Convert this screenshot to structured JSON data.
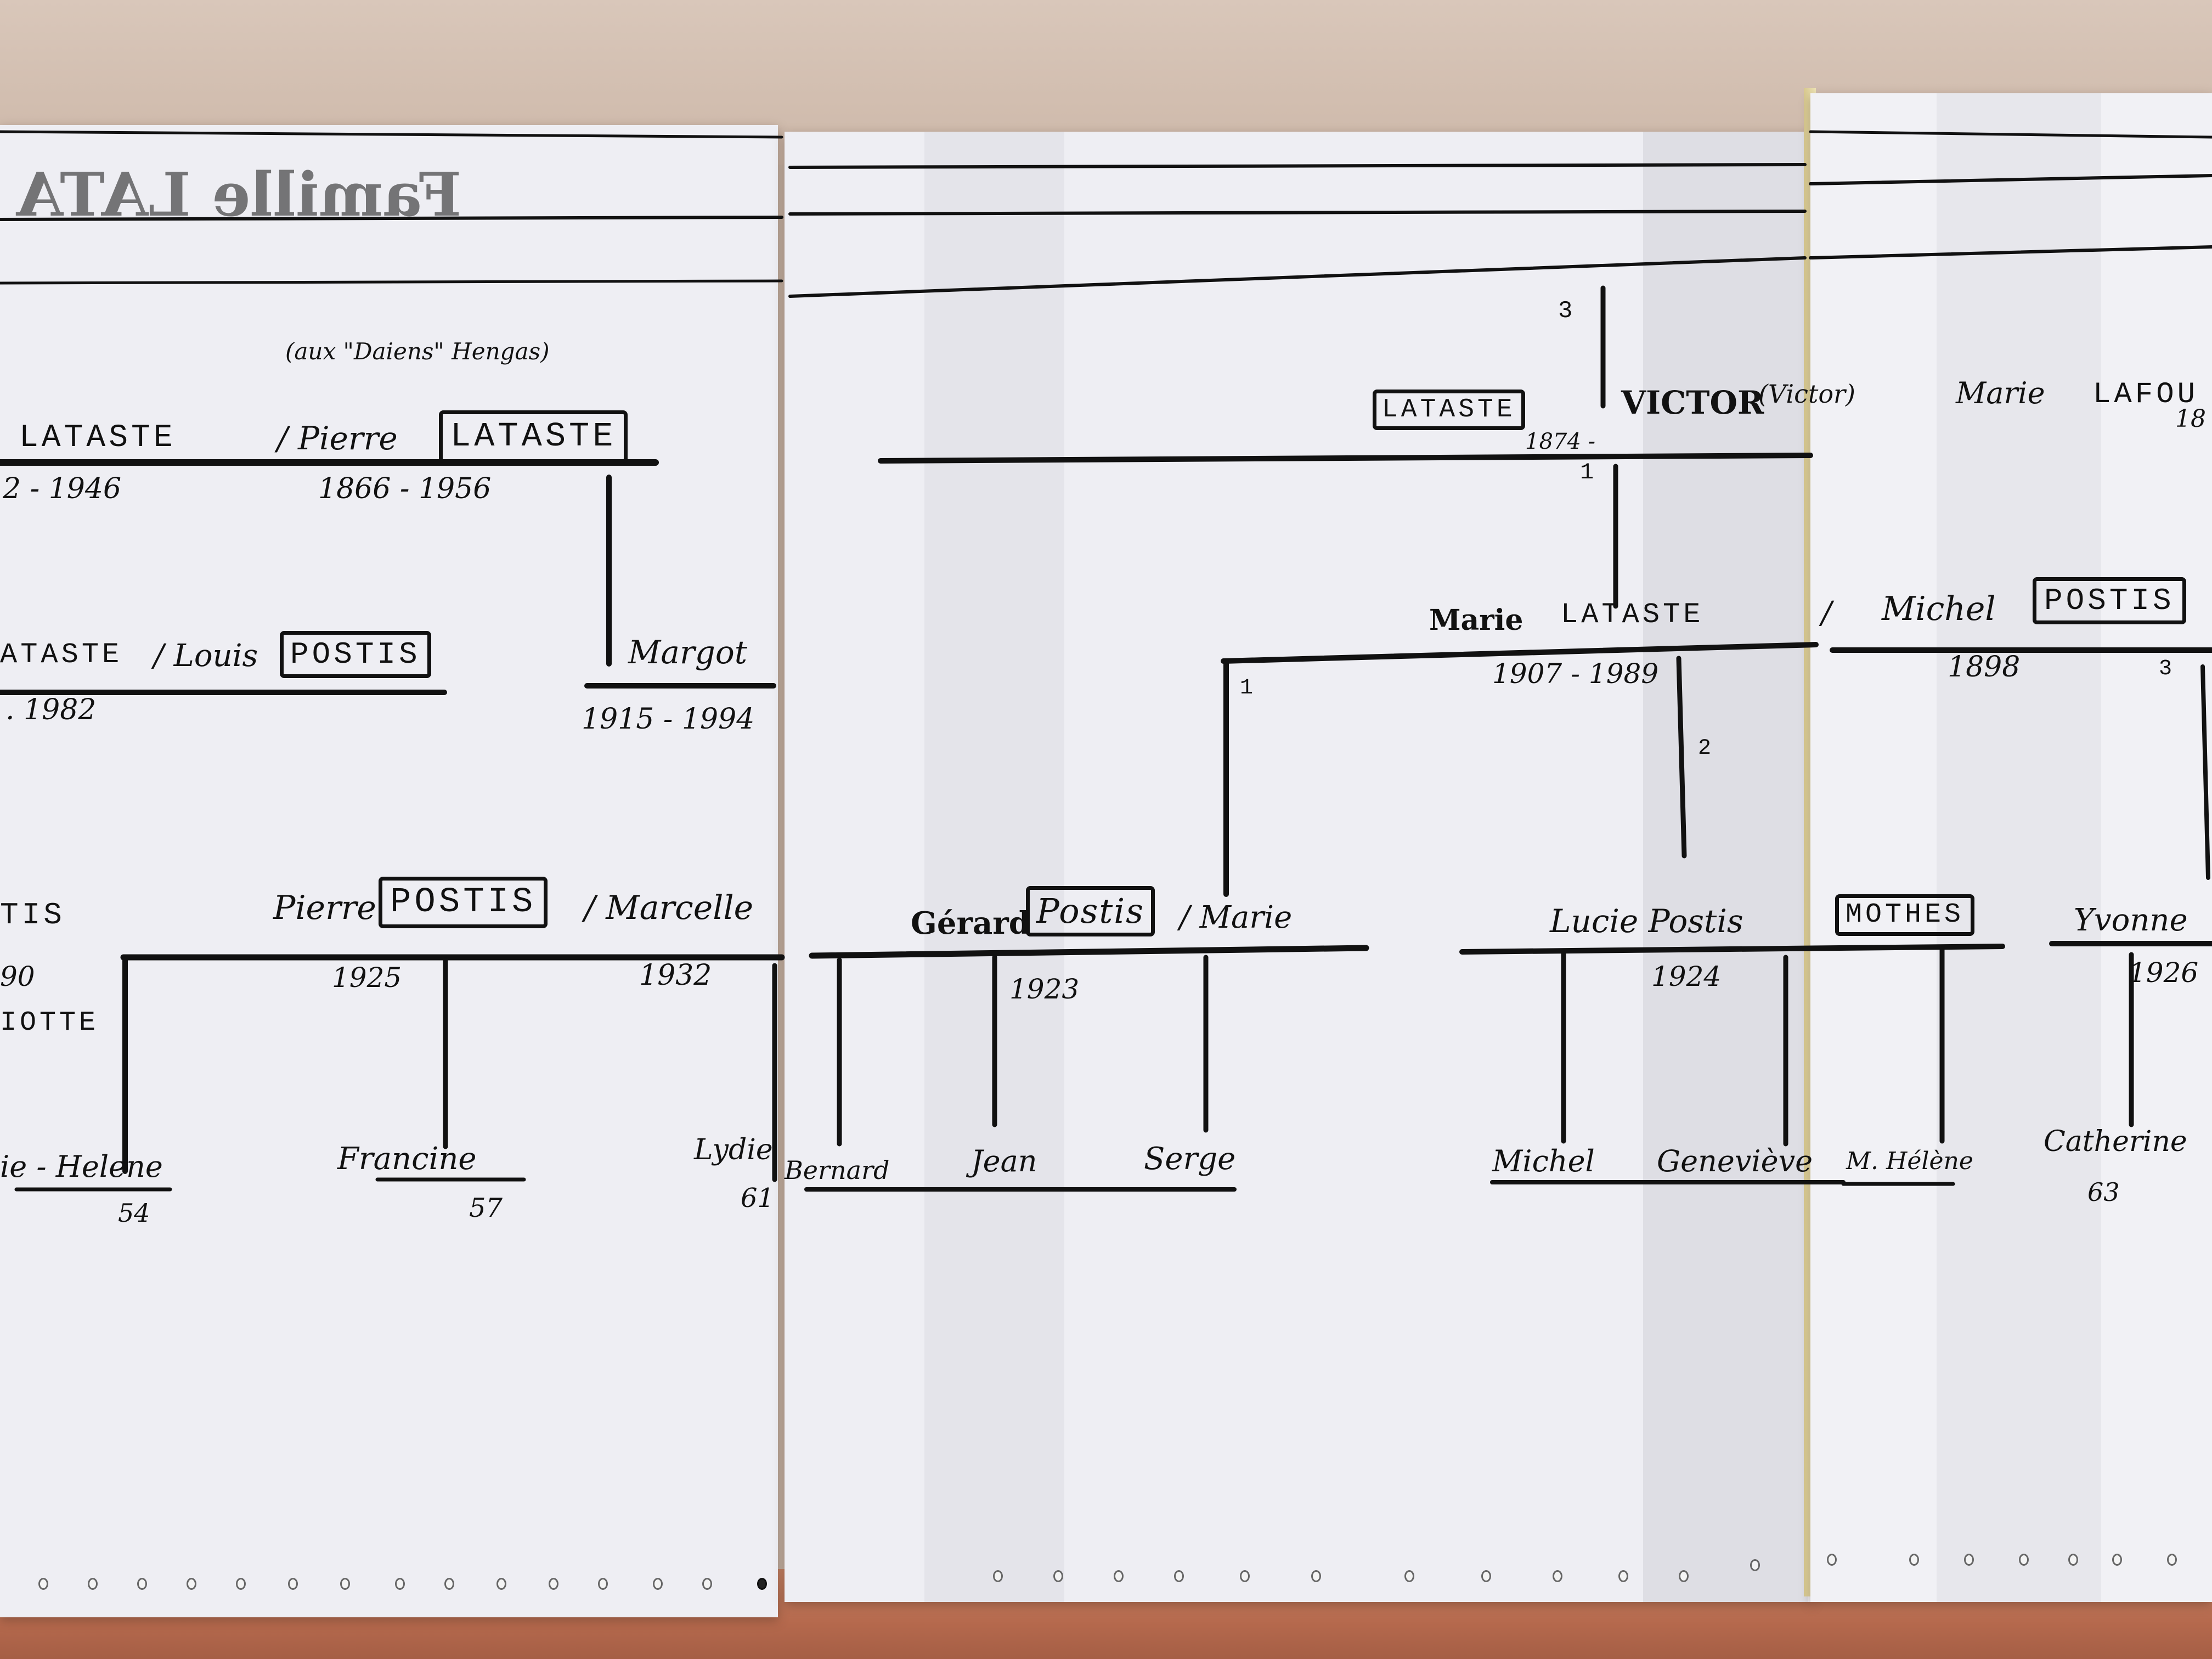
{
  "title": {
    "mirrored_text": "Famille LATA"
  },
  "note": "(aux \"Daiens\" Hengas)",
  "top_generation": {
    "left_person": {
      "surname": "LATASTE",
      "dates": "2 - 1946"
    },
    "spouse": {
      "name": "/ Pierre",
      "surname": "LATASTE",
      "dates": "1866 - 1956"
    },
    "victor": {
      "surname": "LATASTE",
      "given": "VICTOR",
      "note": "(Victor)",
      "dates": "1874 -",
      "order": "3"
    },
    "marie_lafourcade": {
      "given": "Marie",
      "surname": "LAFOU",
      "dates": "18"
    }
  },
  "second_generation": {
    "lataste_postis": {
      "left": "ATASTE",
      "spouse": "/ Louis",
      "surname": "POSTIS",
      "dates": ". 1982"
    },
    "margot": {
      "name": "Margot",
      "dates": "1915 - 1994"
    },
    "marie": {
      "given": "Marie",
      "surname": "LATASTE",
      "dates": "1907 - 1989",
      "order": "1"
    },
    "michel": {
      "sep": "/",
      "given": "Michel",
      "surname": "POSTIS",
      "dates": "1898"
    },
    "child_orders": [
      "1",
      "2",
      "3"
    ]
  },
  "third_generation": {
    "left_tis": {
      "name": "TIS",
      "dates": "90",
      "spouse": "IOTTE"
    },
    "pierre": {
      "given": "Pierre",
      "surname": "POSTIS",
      "spouse": "/ Marcelle",
      "dates": "1925",
      "spouse_dates": "1932"
    },
    "gerard": {
      "given": "Gérard",
      "surname": "Postis",
      "spouse": "/ Marie",
      "dates": "1923"
    },
    "lucie": {
      "name": "Lucie Postis",
      "dates": "1924",
      "spouse_surname": "MOTHES"
    },
    "yvonne": {
      "name": "Yvonne",
      "dates": "1926"
    }
  },
  "fourth_generation": [
    {
      "name": "ie - Helene",
      "dates": "54"
    },
    {
      "name": "Francine",
      "dates": "57"
    },
    {
      "name": "Lydie",
      "dates": "61"
    },
    {
      "name": "Bernard",
      "dates": ""
    },
    {
      "name": "Jean",
      "dates": ""
    },
    {
      "name": "Serge",
      "dates": ""
    },
    {
      "name": "Michel",
      "dates": ""
    },
    {
      "name": "Geneviève",
      "dates": ""
    },
    {
      "name": "M. Hélène",
      "dates": ""
    },
    {
      "name": "Catherine",
      "dates": "63"
    }
  ],
  "colors": {
    "ink": "#111111",
    "paper": "#eeeef3",
    "cloth": "#b5694d"
  }
}
